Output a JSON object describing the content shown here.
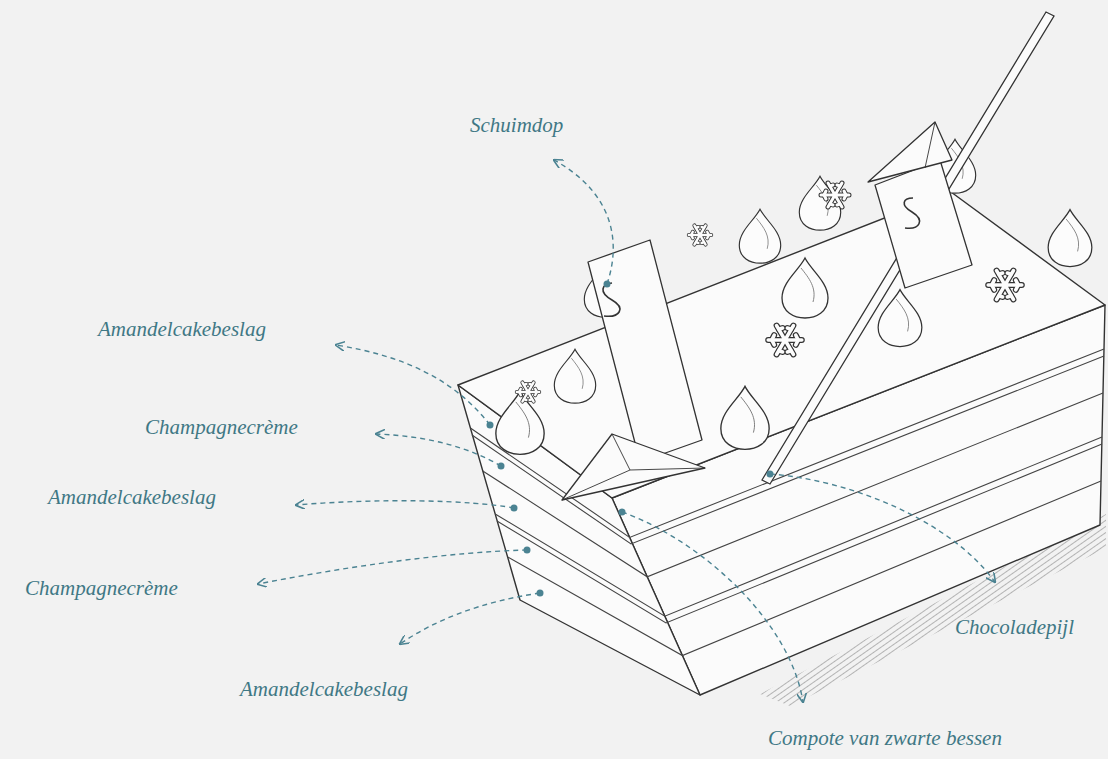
{
  "diagram": {
    "labels": [
      "Schuimdop",
      "Amandelcakebeslag",
      "Champagnecrème",
      "Amandelcakebeslag",
      "Champagnecrème",
      "Amandelcakebeslag",
      "Chocoladepijl",
      "Compote van zwarte bessen"
    ]
  }
}
